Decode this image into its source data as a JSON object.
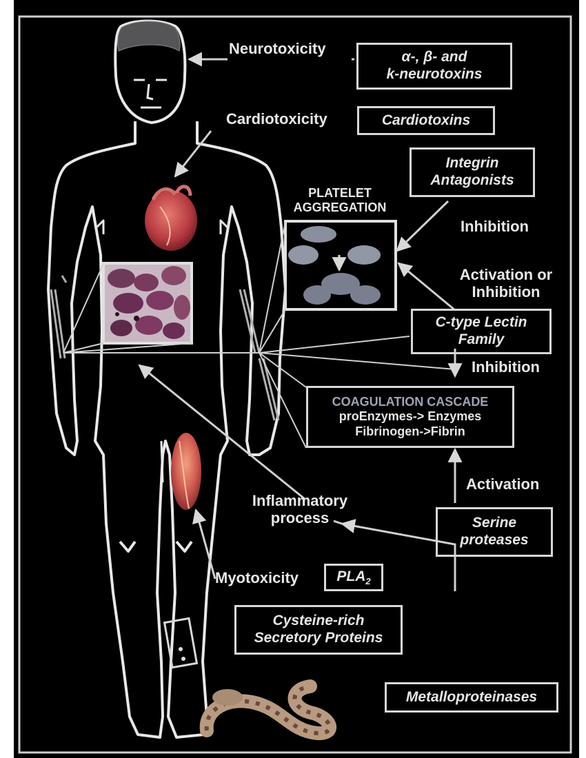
{
  "labels": {
    "neurotoxicity": "Neurotoxicity",
    "cardiotoxicity": "Cardiotoxicity",
    "platelet_line1": "PLATELET",
    "platelet_line2": "AGGREGATION",
    "inhibition_1": "Inhibition",
    "activation_or_line1": "Activation or",
    "activation_or_line2": "Inhibition",
    "inhibition_2": "Inhibition",
    "activation": "Activation",
    "inflammatory_line1": "Inflammatory",
    "inflammatory_line2": "process",
    "myotoxicity": "Myotoxicity"
  },
  "boxes": {
    "neurotoxins_line1": "α-, β- and",
    "neurotoxins_line2": "k-neurotoxins",
    "cardiotoxins": "Cardiotoxins",
    "integrin_line1": "Integrin",
    "integrin_line2": "Antagonists",
    "lectin_line1": "C-type Lectin",
    "lectin_line2": "Family",
    "coag_title": "COAGULATION CASCADE",
    "coag_line2": "proEnzymes-> Enzymes",
    "coag_line3": "Fibrinogen->Fibrin",
    "serine_line1": "Serine",
    "serine_line2": "proteases",
    "pla2_base": "PLA",
    "pla2_sub": "2",
    "cysteine_line1": "Cysteine-rich",
    "cysteine_line2": "Secretory Proteins",
    "metallo": "Metalloproteinases"
  },
  "colors": {
    "background": "#000000",
    "outline": "#e0e0e0",
    "text": "#e6e6e6",
    "coag_title": "#9fa3b8",
    "heart": "#c8474a",
    "blood_cells": "#8a3a5a",
    "muscle": "#d8645a",
    "platelets": "#8a8fa0",
    "snake": "#b89a80"
  }
}
